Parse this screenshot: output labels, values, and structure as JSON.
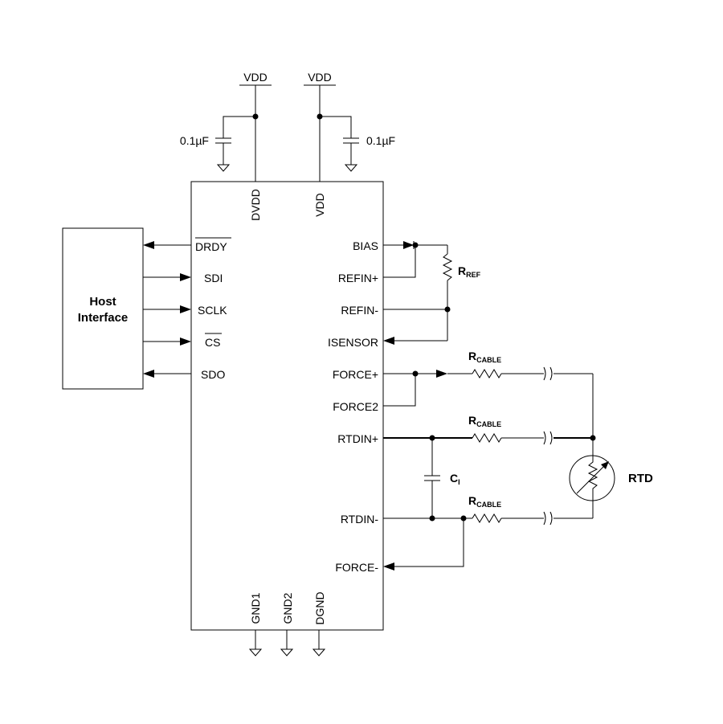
{
  "supplies": {
    "left_rail": "VDD",
    "right_rail": "VDD",
    "left_cap": "0.1µF",
    "right_cap": "0.1µF"
  },
  "host": {
    "line1": "Host",
    "line2": "Interface"
  },
  "chip": {
    "top_pins": [
      "DVDD",
      "VDD"
    ],
    "left_pins": [
      "DRDY",
      "SDI",
      "SCLK",
      "CS",
      "SDO"
    ],
    "right_pins": [
      "BIAS",
      "REFIN+",
      "REFIN-",
      "ISENSOR",
      "FORCE+",
      "FORCE2",
      "RTDIN+",
      "RTDIN-",
      "FORCE-"
    ],
    "bottom_pins": [
      "GND1",
      "GND2",
      "DGND"
    ]
  },
  "components": {
    "rref": {
      "main": "R",
      "sub": "REF"
    },
    "rcable": {
      "main": "R",
      "sub": "CABLE"
    },
    "cap": {
      "main": "C",
      "sub": "I"
    },
    "rtd": "RTD"
  }
}
